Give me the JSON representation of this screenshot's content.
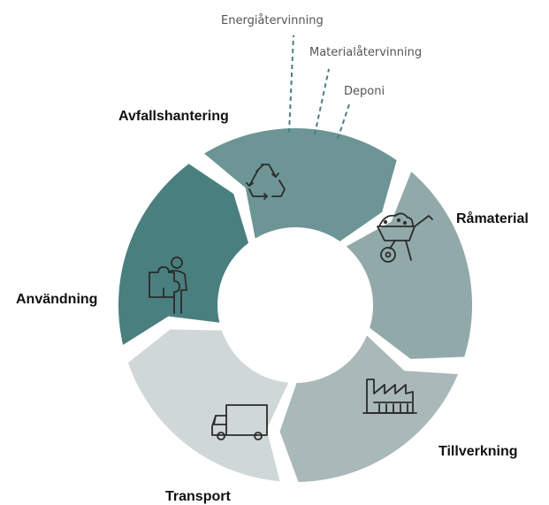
{
  "segments": [
    {
      "key": "avfallshantering",
      "label": "Avfallshantering",
      "color": "#4a7f7f",
      "icon": "recycle-icon"
    },
    {
      "key": "ramaterial",
      "label": "Råmaterial",
      "color": "#6d9595",
      "icon": "wheelbarrow-icon"
    },
    {
      "key": "tillverkning",
      "label": "Tillverkning",
      "color": "#91aaa9",
      "icon": "factory-icon"
    },
    {
      "key": "transport",
      "label": "Transport",
      "color": "#a9b8b8",
      "icon": "truck-icon"
    },
    {
      "key": "anvandning",
      "label": "Användning",
      "color": "#d0d7d7",
      "icon": "person-puzzle-icon"
    }
  ],
  "outputs": [
    {
      "label": "Energiåtervinning"
    },
    {
      "label": "Materialåtervinning"
    },
    {
      "label": "Deponi"
    }
  ],
  "colors": {
    "dash": "#4a7f7f",
    "text": "#111111",
    "output_text": "#555555"
  }
}
